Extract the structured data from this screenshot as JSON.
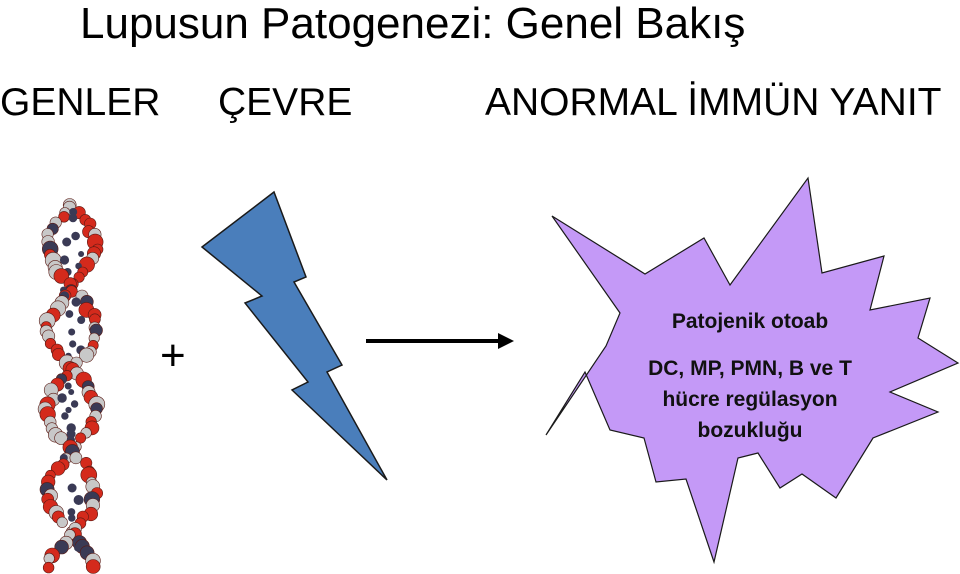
{
  "title": "Lupusun Patogenezi: Genel Bakış",
  "headers": {
    "genes": "GENLER",
    "environment": "ÇEVRE",
    "immune": "ANORMAL İMMÜN YANIT"
  },
  "plus_sign": "+",
  "burst": {
    "line1": "Patojenik otoab",
    "line2": "DC, MP, PMN, B ve T",
    "line3": "hücre regülasyon",
    "line4": "bozukluğu"
  },
  "colors": {
    "lightning": "#4a7ebb",
    "burst_fill": "#c499f7",
    "atom_red": "#d42a1c",
    "atom_gray": "#c8c8c8",
    "atom_dark": "#3a3a55"
  },
  "icons": {
    "dna": "dna-helix-image",
    "lightning": "lightning-bolt-icon",
    "arrow": "right-arrow-icon",
    "burst": "explosion-burst-shape"
  }
}
